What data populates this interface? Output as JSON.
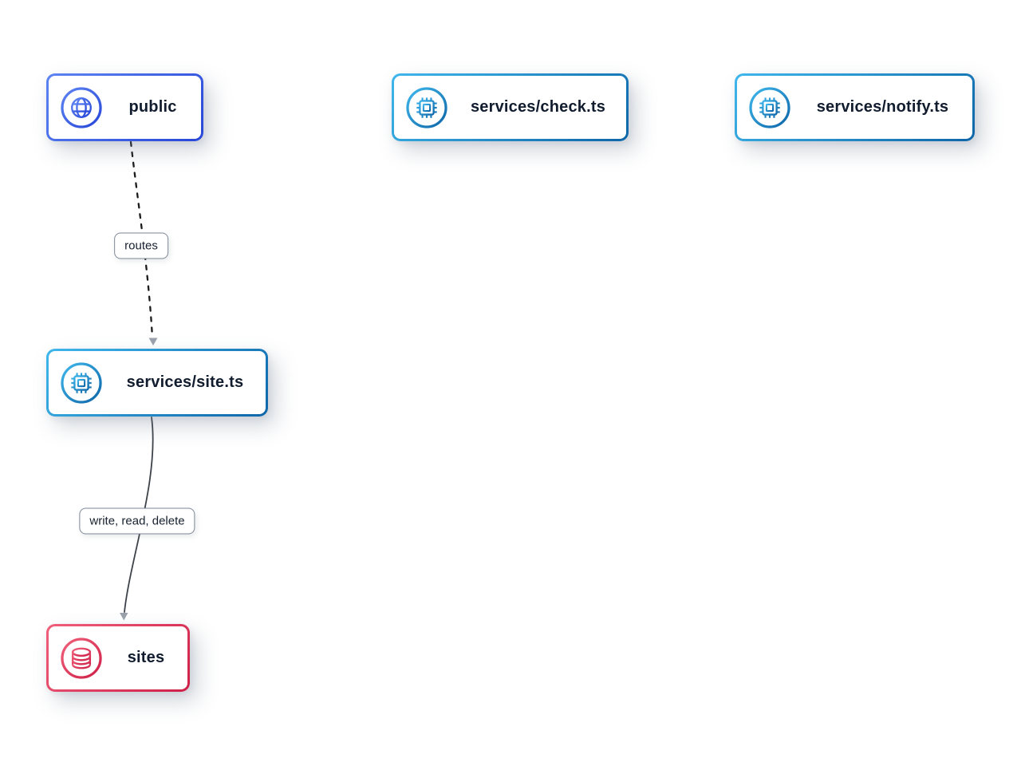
{
  "diagram": {
    "background": "#ffffff",
    "nodes": [
      {
        "label": "public",
        "icon": "globe-icon",
        "type": "entry",
        "gradient_from": "#5e84f2",
        "gradient_to": "#2746d8"
      },
      {
        "label": "services/check.ts",
        "icon": "chip-icon",
        "type": "service",
        "gradient_from": "#3fb7ec",
        "gradient_to": "#0e66a8"
      },
      {
        "label": "services/notify.ts",
        "icon": "chip-icon",
        "type": "service",
        "gradient_from": "#3fb7ec",
        "gradient_to": "#0e66a8"
      },
      {
        "label": "services/site.ts",
        "icon": "chip-icon",
        "type": "service",
        "gradient_from": "#3fb7ec",
        "gradient_to": "#0e66a8"
      },
      {
        "label": "sites",
        "icon": "database-icon",
        "type": "datastore",
        "gradient_from": "#f0607b",
        "gradient_to": "#ce2048"
      }
    ],
    "edges": [
      {
        "from": "public",
        "to": "services/site.ts",
        "label": "routes",
        "style": "dashed"
      },
      {
        "from": "services/site.ts",
        "to": "sites",
        "label": "write, read, delete",
        "style": "solid"
      }
    ],
    "colors": {
      "node_fill": "#ffffff",
      "node_text": "#111c2e",
      "edge_dashed": "#1b1b1d",
      "edge_solid": "#3e434a",
      "arrowhead": "#9ba2ac",
      "label_border": "#7e8795",
      "label_text": "#16202e"
    }
  }
}
